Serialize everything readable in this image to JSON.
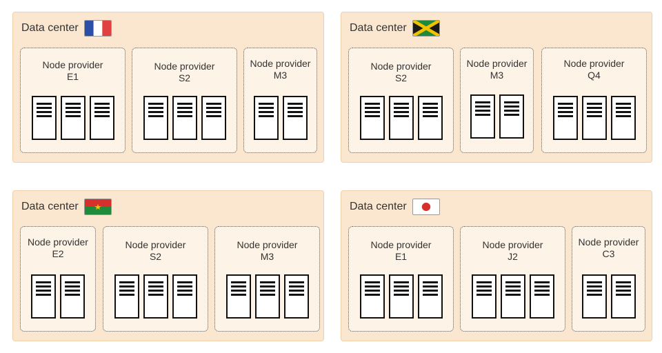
{
  "datacenters": [
    {
      "label": "Data center",
      "flag": "france-flag",
      "providers": [
        {
          "name": "Node provider",
          "code": "E1",
          "servers": 3
        },
        {
          "name": "Node provider",
          "code": "S2",
          "servers": 3
        },
        {
          "name": "Node provider",
          "code": "M3",
          "servers": 2
        }
      ]
    },
    {
      "label": "Data center",
      "flag": "jamaica-flag",
      "providers": [
        {
          "name": "Node provider",
          "code": "S2",
          "servers": 3
        },
        {
          "name": "Node provider",
          "code": "M3",
          "servers": 2
        },
        {
          "name": "Node provider",
          "code": "Q4",
          "servers": 3
        }
      ]
    },
    {
      "label": "Data center",
      "flag": "burkina-faso-flag",
      "providers": [
        {
          "name": "Node provider",
          "code": "E2",
          "servers": 2
        },
        {
          "name": "Node provider",
          "code": "S2",
          "servers": 3
        },
        {
          "name": "Node provider",
          "code": "M3",
          "servers": 3
        }
      ]
    },
    {
      "label": "Data center",
      "flag": "japan-flag",
      "providers": [
        {
          "name": "Node provider",
          "code": "E1",
          "servers": 3
        },
        {
          "name": "Node provider",
          "code": "J2",
          "servers": 3
        },
        {
          "name": "Node provider",
          "code": "C3",
          "servers": 2
        }
      ]
    }
  ],
  "colors": {
    "datacenter_bg": "#fbe6cf",
    "provider_border": "#555555",
    "server_stroke": "#111111"
  }
}
